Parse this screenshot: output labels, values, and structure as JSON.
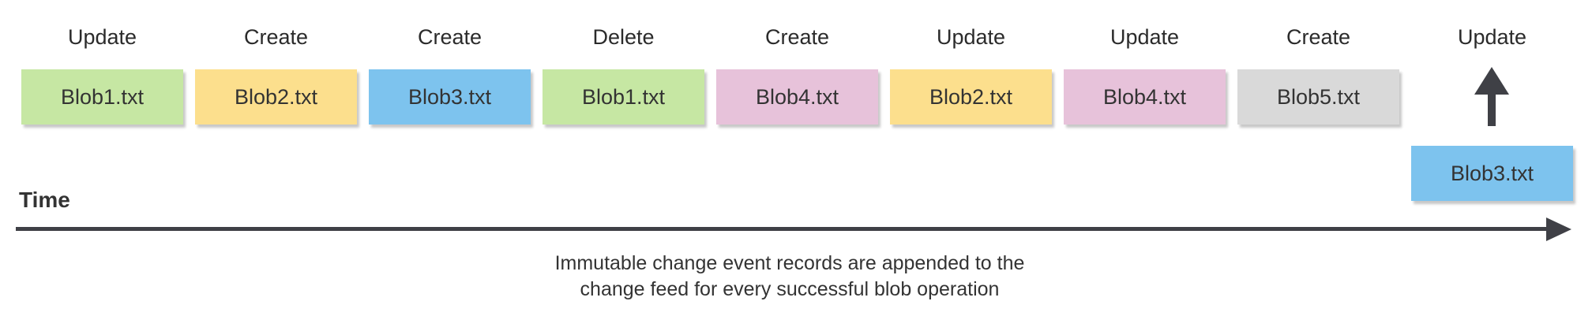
{
  "caption": {
    "line1": "Immutable change event records are appended to the",
    "line2": "change feed for every successful blob operation"
  },
  "timeline": {
    "label": "Time"
  },
  "colors": {
    "axis_arrow": "#3f4046",
    "green": "#c6e7a3",
    "yellow": "#fcdf8d",
    "blue": "#7dc3ee",
    "pink": "#e7c2da",
    "gray": "#d9d9d9"
  },
  "events": [
    {
      "operation": "Update",
      "blob": "Blob1.txt",
      "color": "#c6e7a3",
      "appending": false
    },
    {
      "operation": "Create",
      "blob": "Blob2.txt",
      "color": "#fcdf8d",
      "appending": false
    },
    {
      "operation": "Create",
      "blob": "Blob3.txt",
      "color": "#7dc3ee",
      "appending": false
    },
    {
      "operation": "Delete",
      "blob": "Blob1.txt",
      "color": "#c6e7a3",
      "appending": false
    },
    {
      "operation": "Create",
      "blob": "Blob4.txt",
      "color": "#e7c2da",
      "appending": false
    },
    {
      "operation": "Update",
      "blob": "Blob2.txt",
      "color": "#fcdf8d",
      "appending": false
    },
    {
      "operation": "Update",
      "blob": "Blob4.txt",
      "color": "#e7c2da",
      "appending": false
    },
    {
      "operation": "Create",
      "blob": "Blob5.txt",
      "color": "#d9d9d9",
      "appending": false
    },
    {
      "operation": "Update",
      "blob": "Blob3.txt",
      "color": "#7dc3ee",
      "appending": true
    }
  ]
}
